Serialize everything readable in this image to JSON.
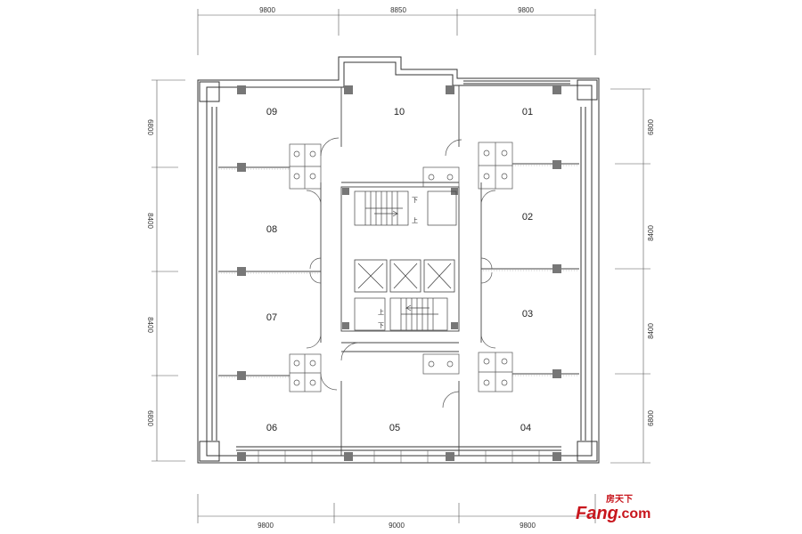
{
  "dimensions": {
    "top": [
      "9800",
      "8850",
      "9800"
    ],
    "bottom": [
      "9800",
      "9000",
      "9800"
    ],
    "left": [
      "6800",
      "8400",
      "8400",
      "6800"
    ],
    "right": [
      "6800",
      "8400",
      "8400",
      "6800"
    ]
  },
  "rooms": [
    "01",
    "02",
    "03",
    "04",
    "05",
    "06",
    "07",
    "08",
    "09",
    "10"
  ],
  "stair_labels": {
    "down": "下",
    "up": "上"
  },
  "logo": {
    "chinese": "房天下",
    "main": "Fang",
    "suffix": ".com",
    "brand_color": "#c8161d"
  }
}
